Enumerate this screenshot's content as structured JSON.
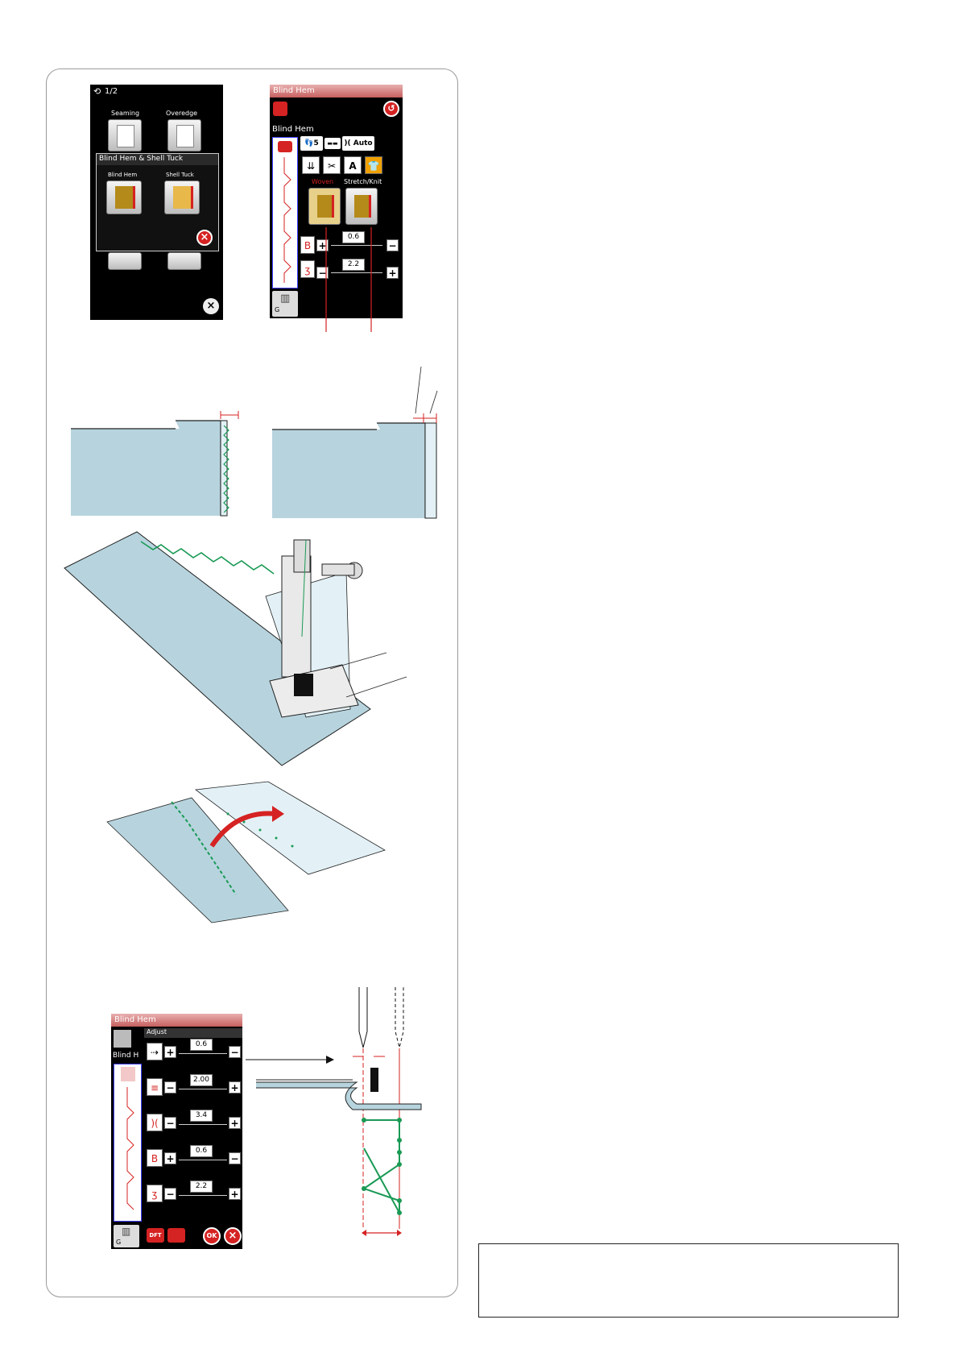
{
  "screen1": {
    "page_indicator": "1/2",
    "buttons": [
      "Seaming",
      "Overedge"
    ],
    "submenu_title": "Blind Hem & Shell Tuck",
    "submenu_buttons": [
      "Blind Hem",
      "Shell Tuck"
    ]
  },
  "screen2": {
    "title": "Blind Hem",
    "subtitle": "Blind Hem",
    "foot_pressure": "5",
    "thread_tension": "Auto",
    "fabric_icon": "A",
    "options": [
      "Woven",
      "Stretch/Knit"
    ],
    "needle_drop_value": "0.6",
    "stitch_width_value": "2.2",
    "foot_code": "G"
  },
  "screen3": {
    "title": "Blind Hem",
    "subtitle": "Blind H",
    "adjust_label": "Adjust",
    "values": [
      "0.6",
      "2.00",
      "3.4",
      "0.6",
      "2.2"
    ],
    "foot_code": "G",
    "bottom_buttons": [
      "DFT",
      "OK"
    ]
  },
  "colors": {
    "stitch_green": "#1a9a55",
    "accent_red": "#d52222",
    "fabric_blue": "#b7d4de",
    "fabric_light": "#e3f1f6",
    "screen_bg": "#000000"
  }
}
